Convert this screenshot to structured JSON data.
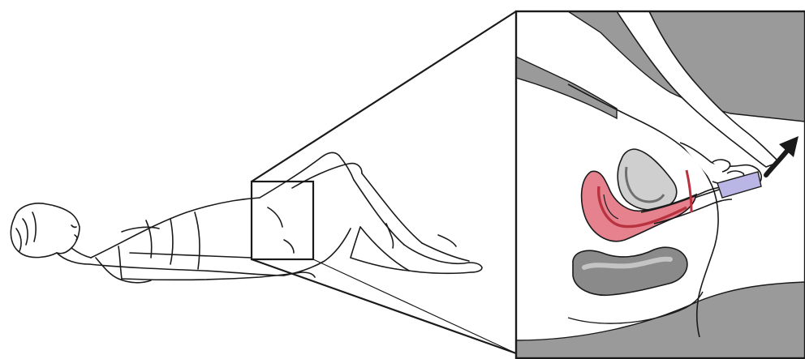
{
  "diagram": {
    "panels": [
      {
        "id": "overview",
        "subject": "reclining-patient-figure"
      },
      {
        "id": "detail",
        "subject": "pelvic-cross-section"
      }
    ],
    "colors": {
      "line": "#1a1a1a",
      "background": "#ffffff",
      "tissue_gray": "#9a9a9a",
      "tissue_dark": "#6e6e6e",
      "uterus_pink": "#e5828e",
      "uterus_dark": "#b8323f",
      "instrument_purple": "#b9b6e6"
    }
  }
}
